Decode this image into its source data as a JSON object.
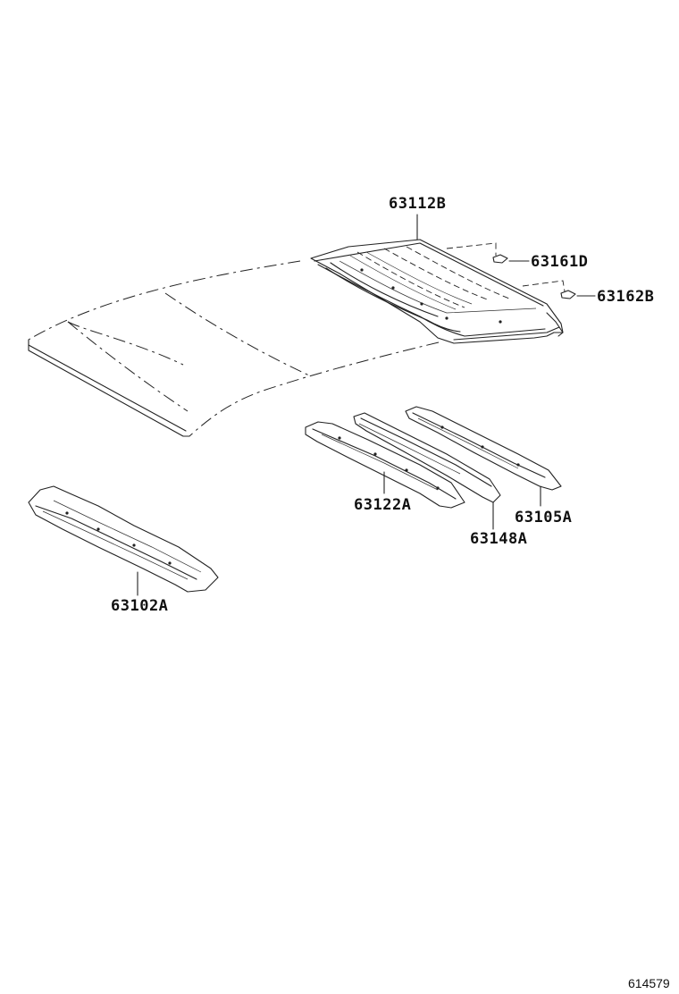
{
  "parts": [
    {
      "id": "roof-panel",
      "number": "63112B"
    },
    {
      "id": "roof-clip-upper",
      "number": "63161D"
    },
    {
      "id": "roof-clip-lower",
      "number": "63162B"
    },
    {
      "id": "roof-reinforcement-center",
      "number": "63122A"
    },
    {
      "id": "roof-reinforcement-rear-bow",
      "number": "63148A"
    },
    {
      "id": "roof-panel-rear-rail",
      "number": "63105A"
    },
    {
      "id": "front-header-panel",
      "number": "63102A"
    }
  ],
  "figure_number": "614579",
  "colors": {
    "line": "#222222",
    "background": "#ffffff"
  }
}
